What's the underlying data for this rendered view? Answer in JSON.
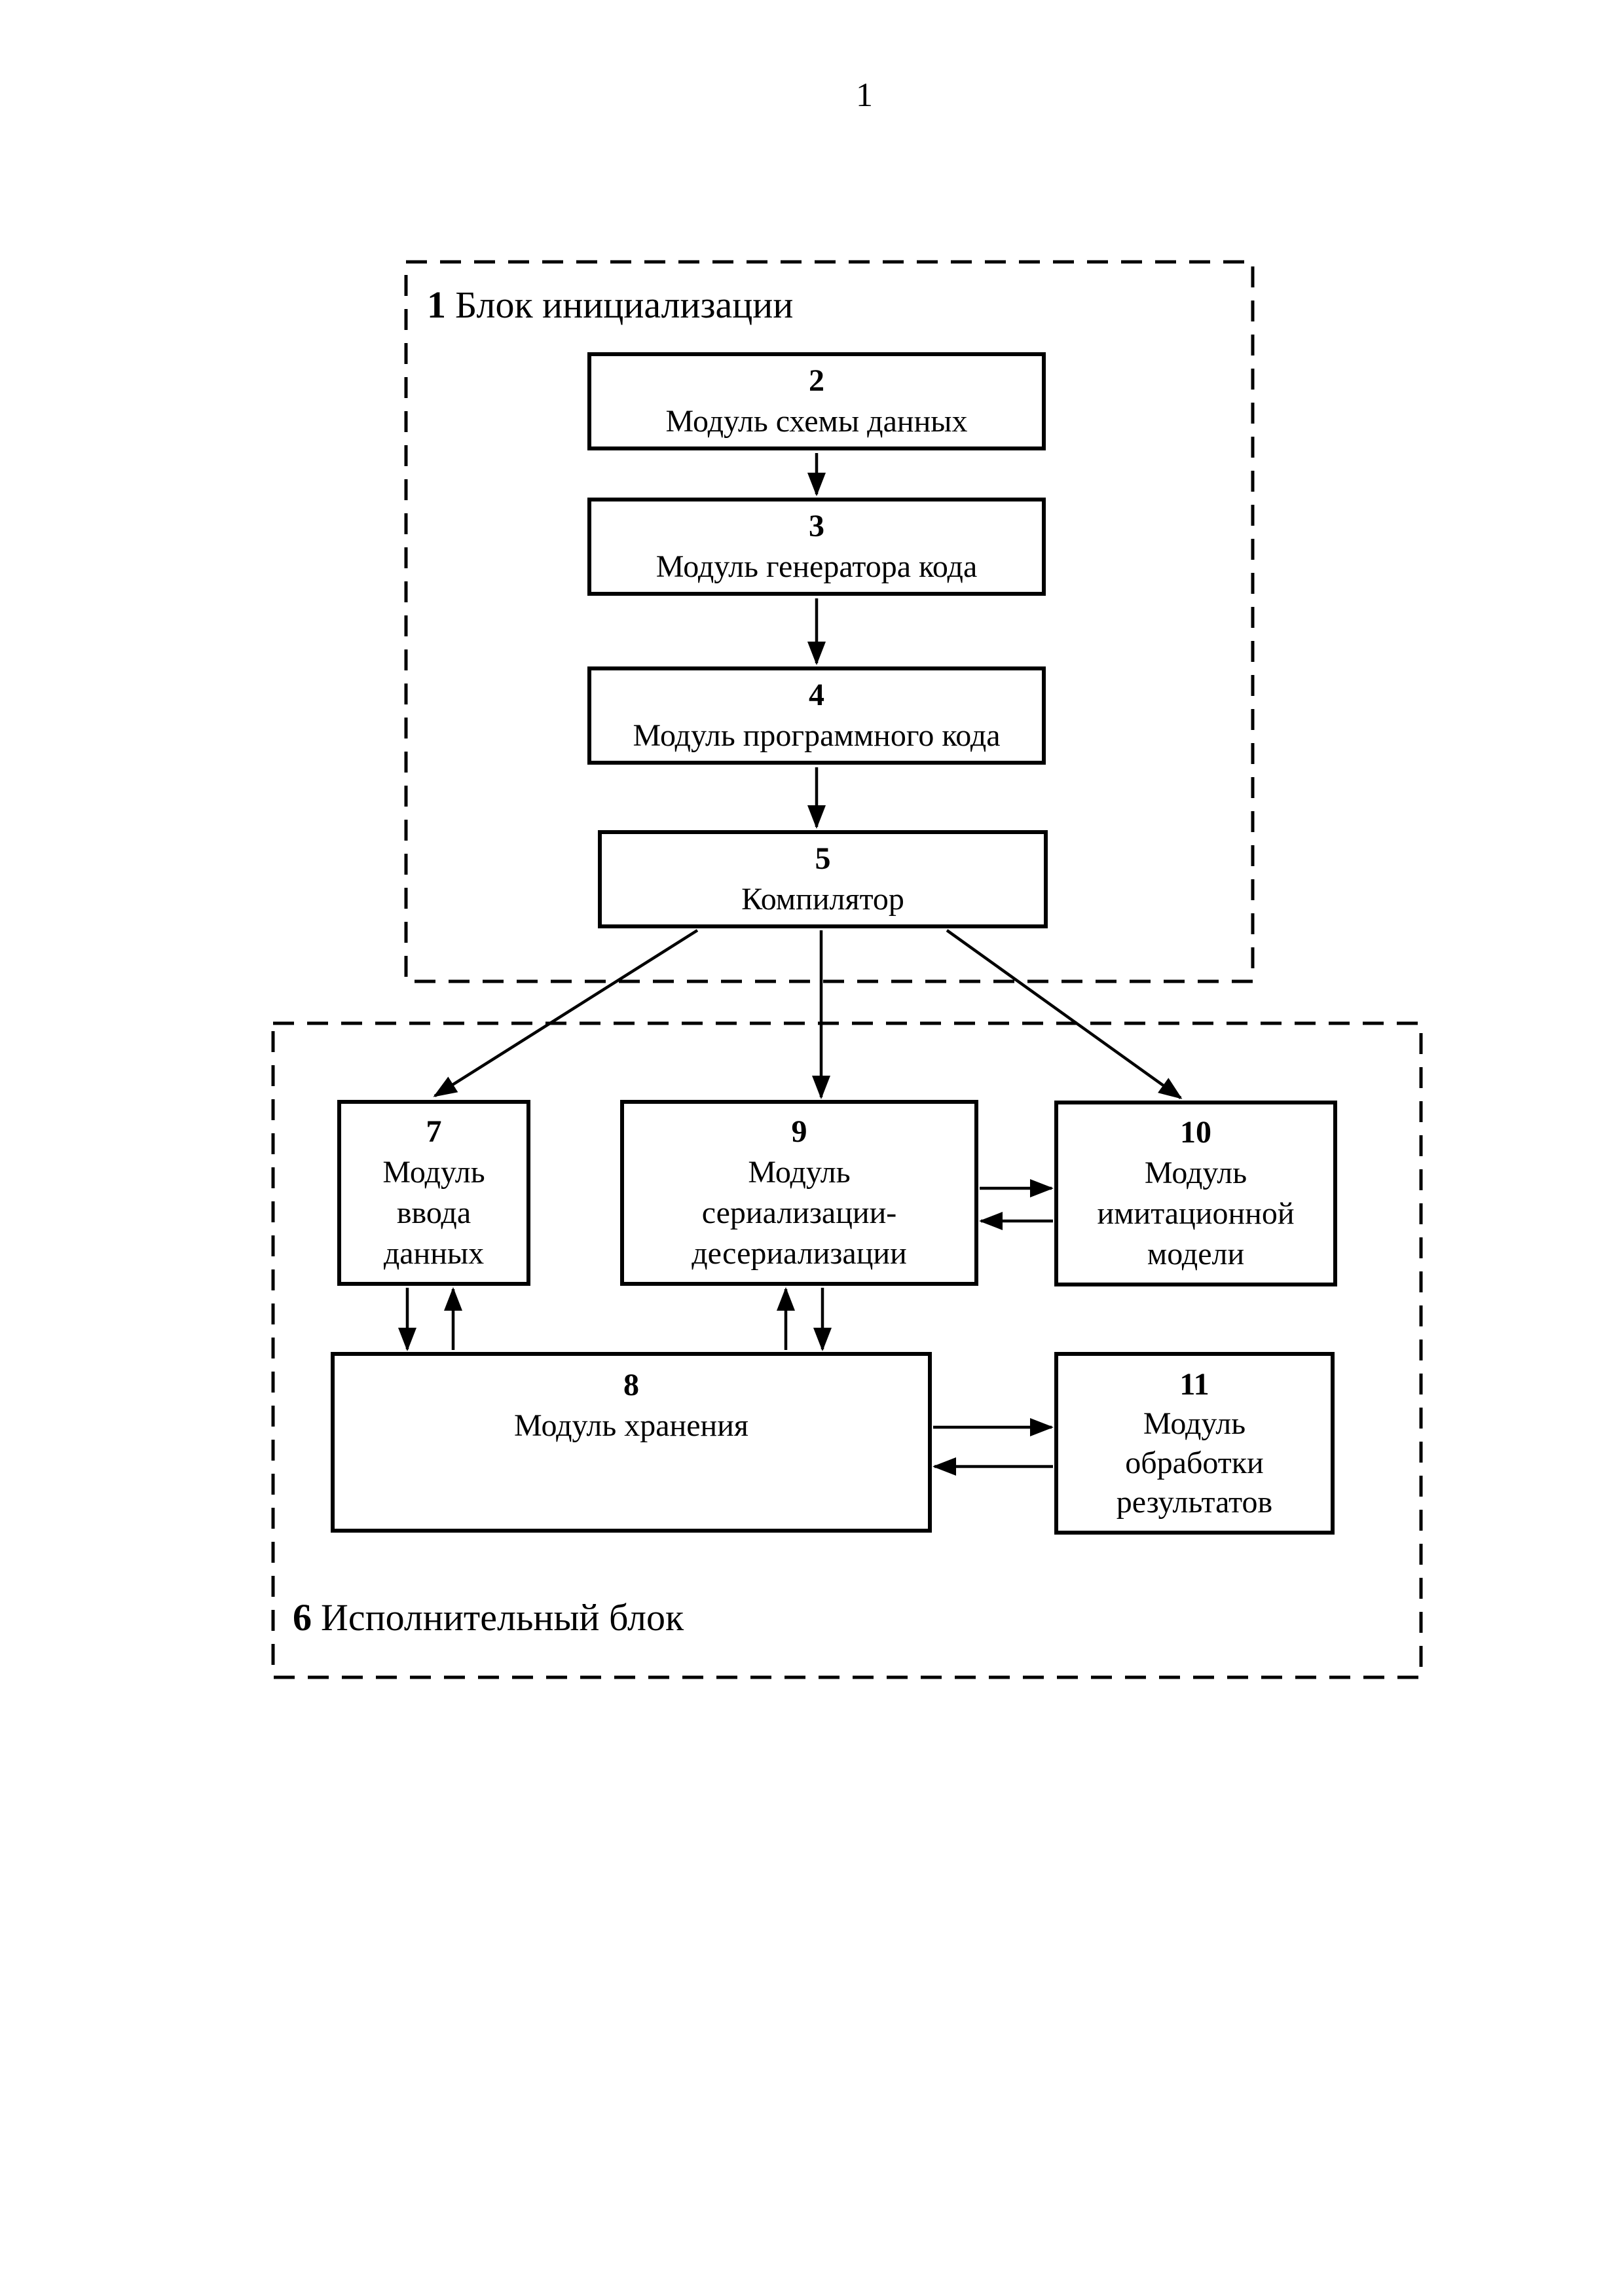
{
  "page": {
    "number": "1"
  },
  "groups": {
    "init": {
      "number": "1",
      "label": "Блок инициализации"
    },
    "exec": {
      "number": "6",
      "label": "Исполнительный блок"
    }
  },
  "boxes": {
    "b2": {
      "number": "2",
      "label_lines": [
        "Модуль схемы данных"
      ]
    },
    "b3": {
      "number": "3",
      "label_lines": [
        "Модуль генератора кода"
      ]
    },
    "b4": {
      "number": "4",
      "label_lines": [
        "Модуль программного кода"
      ]
    },
    "b5": {
      "number": "5",
      "label_lines": [
        "Компилятор"
      ]
    },
    "b7": {
      "number": "7",
      "label_lines": [
        "Модуль",
        "ввода",
        "данных"
      ]
    },
    "b9": {
      "number": "9",
      "label_lines": [
        "Модуль",
        "сериализации-",
        "десериализации"
      ]
    },
    "b10": {
      "number": "10",
      "label_lines": [
        "Модуль",
        "имитационной",
        "модели"
      ]
    },
    "b8": {
      "number": "8",
      "label_lines": [
        "Модуль хранения"
      ]
    },
    "b11": {
      "number": "11",
      "label_lines": [
        "Модуль",
        "обработки",
        "результатов"
      ]
    }
  },
  "connections": [
    {
      "from": "2",
      "to": "3"
    },
    {
      "from": "3",
      "to": "4"
    },
    {
      "from": "4",
      "to": "5"
    },
    {
      "from": "5",
      "to": "7"
    },
    {
      "from": "5",
      "to": "9"
    },
    {
      "from": "5",
      "to": "10"
    },
    {
      "from": "7",
      "to": "8"
    },
    {
      "from": "8",
      "to": "7"
    },
    {
      "from": "8",
      "to": "9"
    },
    {
      "from": "9",
      "to": "8"
    },
    {
      "from": "9",
      "to": "10"
    },
    {
      "from": "10",
      "to": "9"
    },
    {
      "from": "8",
      "to": "11"
    },
    {
      "from": "11",
      "to": "8"
    }
  ],
  "colors": {
    "ink": "#000000",
    "paper": "#ffffff"
  }
}
